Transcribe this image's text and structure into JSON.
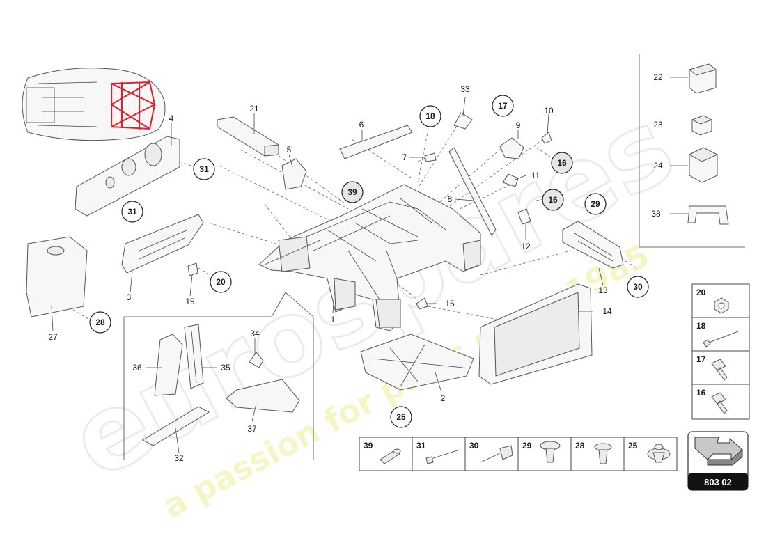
{
  "diagram_code": "803 02",
  "watermark": {
    "brand": "eurospares",
    "tagline": "a passion for parts since 1985"
  },
  "colors": {
    "highlight": "#e0202a",
    "watermark": "#eeee99",
    "line": "#444444"
  },
  "plain_labels": [
    "1",
    "2",
    "3",
    "4",
    "5",
    "6",
    "7",
    "8",
    "9",
    "10",
    "11",
    "12",
    "13",
    "14",
    "15",
    "19",
    "21",
    "23",
    "24",
    "27",
    "32",
    "33",
    "34",
    "35",
    "36",
    "37",
    "38"
  ],
  "circled_labels": [
    "16",
    "17",
    "18",
    "20",
    "25",
    "28",
    "29",
    "30",
    "31",
    "39"
  ],
  "circle_callouts": {
    "c31a": "31",
    "c31b": "31",
    "c18": "18",
    "c17": "17",
    "c16a": "16",
    "c16b": "16",
    "c39": "39",
    "c29": "29",
    "c20": "20",
    "c30": "30",
    "c28": "28",
    "c25": "25"
  },
  "part_callouts": {
    "p1": "1",
    "p2": "2",
    "p3": "3",
    "p4": "4",
    "p5": "5",
    "p6": "6",
    "p7": "7",
    "p8": "8",
    "p9": "9",
    "p10": "10",
    "p11": "11",
    "p12": "12",
    "p13": "13",
    "p14": "14",
    "p15": "15",
    "p19": "19",
    "p21": "21",
    "p22": "22",
    "p23": "23",
    "p24": "24",
    "p27": "27",
    "p32": "32",
    "p33": "33",
    "p34": "34",
    "p35": "35",
    "p36": "36",
    "p37": "37",
    "p38": "38"
  },
  "fastener_legend_right": [
    "20",
    "18",
    "17",
    "16"
  ],
  "fastener_legend_bottom": [
    "39",
    "31",
    "30",
    "29",
    "28",
    "25"
  ]
}
